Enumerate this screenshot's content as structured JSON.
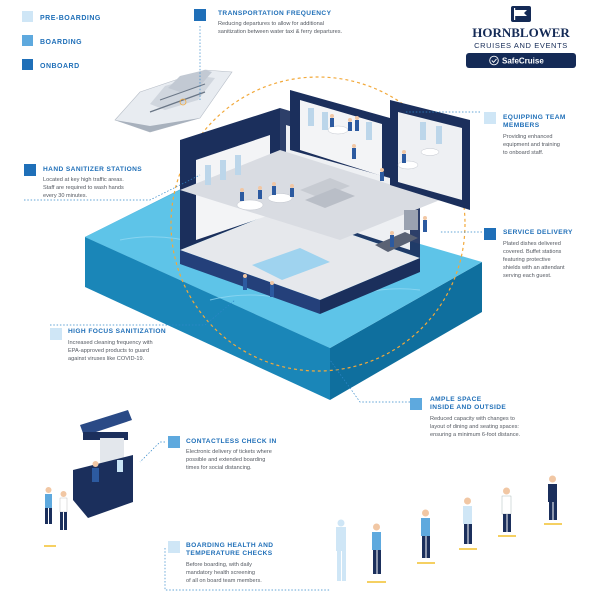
{
  "legend": {
    "items": [
      {
        "label": "PRE-BOARDING",
        "color": "#cfe6f6"
      },
      {
        "label": "BOARDING",
        "color": "#5ea9de"
      },
      {
        "label": "ONBOARD",
        "color": "#1f6fb8"
      }
    ]
  },
  "brand": {
    "name": "HORNBLOWER",
    "tagline": "CRUISES AND EVENTS",
    "badge": "SafeCruise",
    "navy": "#142a56"
  },
  "callouts": {
    "transportation": {
      "title": "TRANSPORTATION FREQUENCY",
      "body1": "Reducing departures to allow for additional",
      "body2": "sanitization between water taxi & ferry departures."
    },
    "equipping": {
      "title1": "EQUIPPING TEAM",
      "title2": "MEMBERS",
      "body1": "Providing enhanced",
      "body2": "equipment and training",
      "body3": "to onboard staff."
    },
    "sanitizer": {
      "title": "HAND SANITIZER STATIONS",
      "body1": "Located at key high traffic areas.",
      "body2": "Staff are required to wash hands",
      "body3": "every 30 minutes."
    },
    "service": {
      "title": "SERVICE DELIVERY",
      "body1": "Plated dishes delivered",
      "body2": "covered. Buffet stations",
      "body3": "featuring protective",
      "body4": "shields with an attendant",
      "body5": "serving each guest."
    },
    "highfocus": {
      "title": "HIGH FOCUS SANITIZATION",
      "body1": "Increased cleaning frequency with",
      "body2": "EPA-approved products to guard",
      "body3": "against viruses like COVID-19."
    },
    "ample": {
      "title1": "AMPLE SPACE",
      "title2": "INSIDE AND OUTSIDE",
      "body1": "Reduced capacity with changes to",
      "body2": "layout of dining and seating spaces:",
      "body3": "ensuring a minimum 6-foot distance."
    },
    "checkin": {
      "title": "CONTACTLESS CHECK IN",
      "body1": "Electronic delivery of tickets where",
      "body2": "possible and extended boarding",
      "body3": "times for social distancing."
    },
    "health": {
      "title1": "BOARDING HEALTH AND",
      "title2": "TEMPERATURE CHECKS",
      "body1": "Before boarding, with daily",
      "body2": "mandatory health screening",
      "body3": "of all on board team members."
    }
  },
  "colors": {
    "water_top": "#5ec4e8",
    "water_side": "#1f95c9",
    "wall": "#1b2f5c",
    "leader": "#2f86c9",
    "ring": "#f2a93b"
  }
}
